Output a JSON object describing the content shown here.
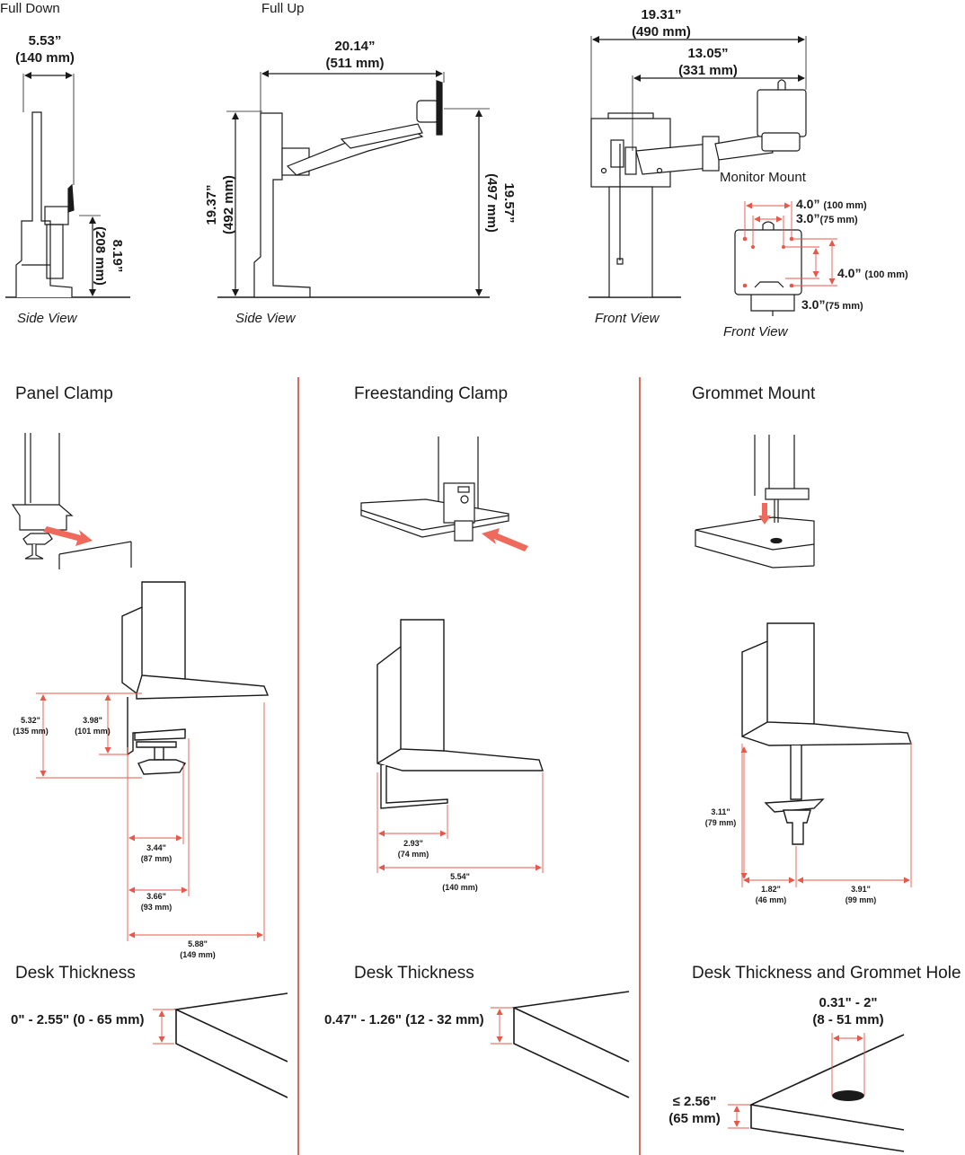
{
  "colors": {
    "ink": "#1a1a1a",
    "dimension": "#e8574a",
    "arrow": "#ef6a5c",
    "divider": "#d96a5e"
  },
  "top": {
    "full_down": "Full Down",
    "full_up": "Full Up",
    "side_view_1": "Side View",
    "side_view_2": "Side View",
    "front_view_1": "Front View",
    "front_view_2": "Front View",
    "monitor_mount": "Monitor Mount",
    "dims": {
      "fd_w_in": "5.53”",
      "fd_w_mm": "(140 mm)",
      "fd_h_in": "8.19”",
      "fd_h_mm": "(208 mm)",
      "fu_w_in": "20.14”",
      "fu_w_mm": "(511 mm)",
      "fu_h1_in": "19.37”",
      "fu_h1_mm": "(492 mm)",
      "fu_h2_in": "19.57”",
      "fu_h2_mm": "(497 mm)",
      "fr_w1_in": "19.31”",
      "fr_w1_mm": "(490 mm)",
      "fr_w2_in": "13.05”",
      "fr_w2_mm": "(331 mm)",
      "vesa_1_in": "4.0”",
      "vesa_1_mm": "(100 mm)",
      "vesa_2_in": "3.0”",
      "vesa_2_mm": "(75 mm)",
      "vesa_3_in": "4.0”",
      "vesa_3_mm": "(100 mm)",
      "vesa_4_in": "3.0”",
      "vesa_4_mm": "(75 mm)"
    }
  },
  "sections": {
    "panel_clamp": {
      "title": "Panel Clamp",
      "d1_in": "5.32\"",
      "d1_mm": "(135 mm)",
      "d2_in": "3.98\"",
      "d2_mm": "(101 mm)",
      "d3_in": "3.44\"",
      "d3_mm": "(87 mm)",
      "d4_in": "3.66\"",
      "d4_mm": "(93 mm)",
      "d5_in": "5.88\"",
      "d5_mm": "(149 mm)",
      "desk_title": "Desk Thickness",
      "desk_value": "0\" - 2.55\" (0 - 65 mm)"
    },
    "freestanding_clamp": {
      "title": "Freestanding Clamp",
      "d1_in": "2.93\"",
      "d1_mm": "(74 mm)",
      "d2_in": "5.54\"",
      "d2_mm": "(140 mm)",
      "desk_title": "Desk Thickness",
      "desk_value": "0.47\" - 1.26\" (12 - 32 mm)"
    },
    "grommet_mount": {
      "title": "Grommet Mount",
      "d1_in": "3.11\"",
      "d1_mm": "(79 mm)",
      "d2_in": "1.82\"",
      "d2_mm": "(46 mm)",
      "d3_in": "3.91\"",
      "d3_mm": "(99 mm)",
      "desk_title": "Desk Thickness and Grommet Hole",
      "hole_in": "0.31\" - 2\"",
      "hole_mm": "(8 - 51 mm)",
      "thick_in": "≤ 2.56\"",
      "thick_mm": "(65 mm)"
    }
  }
}
